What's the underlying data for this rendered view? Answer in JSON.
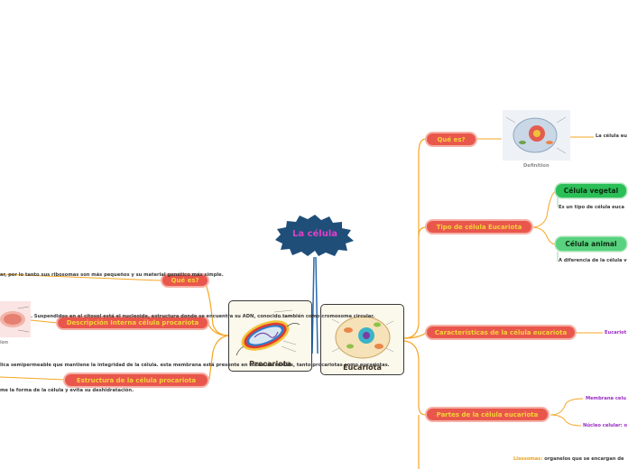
{
  "diagram": {
    "central": {
      "title": "La célula"
    },
    "nodes": {
      "procariota": "Procariota",
      "eucariota": "Eucariota"
    },
    "left_branches": [
      {
        "id": "que_es",
        "label": "Qué es?",
        "note": "ar, por lo tanto sus ribosomas son más pequeños y su material genético más simple."
      },
      {
        "id": "descripcion",
        "label": "Descripción Interna célula procariota",
        "note": "organismos. Suspendidos en el citosol está el nucleoide, estructura donde se encuentra su ADN, conocido también como cromosoma circular."
      },
      {
        "id": "estructura",
        "label": "Estructura de la célula procariota",
        "note": "lica semipermeable que mantiene la integridad de la célula. esta membrana está presente en todas las células, tanto procariotas como eucariotas.",
        "note2": "me la forma de la célula y evita su deshidratación."
      }
    ],
    "left_image_caption": "ion",
    "right_branches": [
      {
        "id": "que_es_r",
        "label": "Qué es?",
        "image_caption": "Definition",
        "note": "La célula eu"
      },
      {
        "id": "tipos",
        "label": "Tipo de célula Eucariota",
        "children": [
          {
            "label": "Célula vegetal",
            "note": "Es un tipo de célula euca"
          },
          {
            "label": "Célula animal",
            "note": "A diferencia de la célula v"
          }
        ]
      },
      {
        "id": "caracteristicas",
        "label": "Características de la célula eucariota",
        "child": "Eucariot"
      },
      {
        "id": "partes",
        "label": "Partes de la célula eucariota",
        "children": [
          "Membrana celu",
          "Núcleo celular: o"
        ]
      }
    ],
    "bottom_note": {
      "term": "Lisosomas:",
      "text": " organelos que se encargan de"
    }
  },
  "colors": {
    "central_fill": "#1f4e79",
    "central_text": "#e040c8",
    "branch_fill": "#e9574c",
    "branch_text": "#f3d23a",
    "connector": "#f5a623",
    "trunk": "#2b6cb0",
    "green": "#2bbf58"
  }
}
